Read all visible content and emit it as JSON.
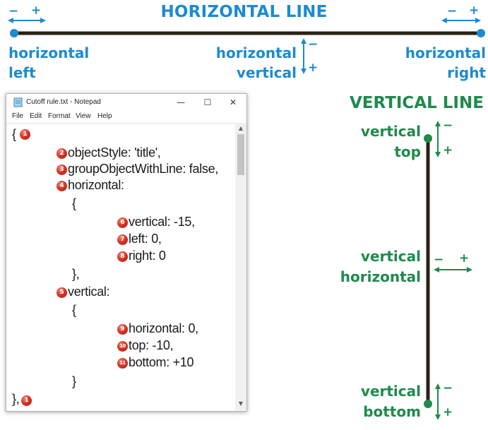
{
  "horizontal_diagram": {
    "title": "HORIZONTAL LINE",
    "left_label": [
      "horizontal",
      "left"
    ],
    "center_label": [
      "horizontal",
      "vertical"
    ],
    "right_label": [
      "horizontal",
      "right"
    ],
    "minus": "−",
    "plus": "+",
    "color": "#1b8bd0"
  },
  "notepad": {
    "title": "Cutoff rule.txt - Notepad",
    "controls": [
      "—",
      "☐",
      "✕"
    ],
    "menu": [
      "File",
      "Edit",
      "Format",
      "View",
      "Help"
    ],
    "lines": [
      {
        "text": "{",
        "badge": "1"
      },
      {
        "text": "objectStyle: 'title',",
        "badge": "2"
      },
      {
        "text": "groupObjectWithLine: false,",
        "badge": "3"
      },
      {
        "text": "horizontal:",
        "badge": "4"
      },
      {
        "text": "{",
        "badge": ""
      },
      {
        "text": "vertical: -15,",
        "badge": "6"
      },
      {
        "text": "left: 0,",
        "badge": "7"
      },
      {
        "text": "right: 0",
        "badge": "8"
      },
      {
        "text": "},",
        "badge": ""
      },
      {
        "text": "vertical:",
        "badge": "5"
      },
      {
        "text": "{",
        "badge": ""
      },
      {
        "text": "horizontal: 0,",
        "badge": "9"
      },
      {
        "text": "top: -10,",
        "badge": "10"
      },
      {
        "text": "bottom: +10",
        "badge": "11"
      },
      {
        "text": "}",
        "badge": ""
      },
      {
        "text": "},",
        "badge": "1"
      }
    ]
  },
  "vertical_diagram": {
    "title": "VERTICAL LINE",
    "top_label": [
      "vertical",
      "top"
    ],
    "middle_label": [
      "vertical",
      "horizontal"
    ],
    "bottom_label": [
      "vertical",
      "bottom"
    ],
    "minus": "−",
    "plus": "+",
    "color": "#1f8a4c"
  }
}
